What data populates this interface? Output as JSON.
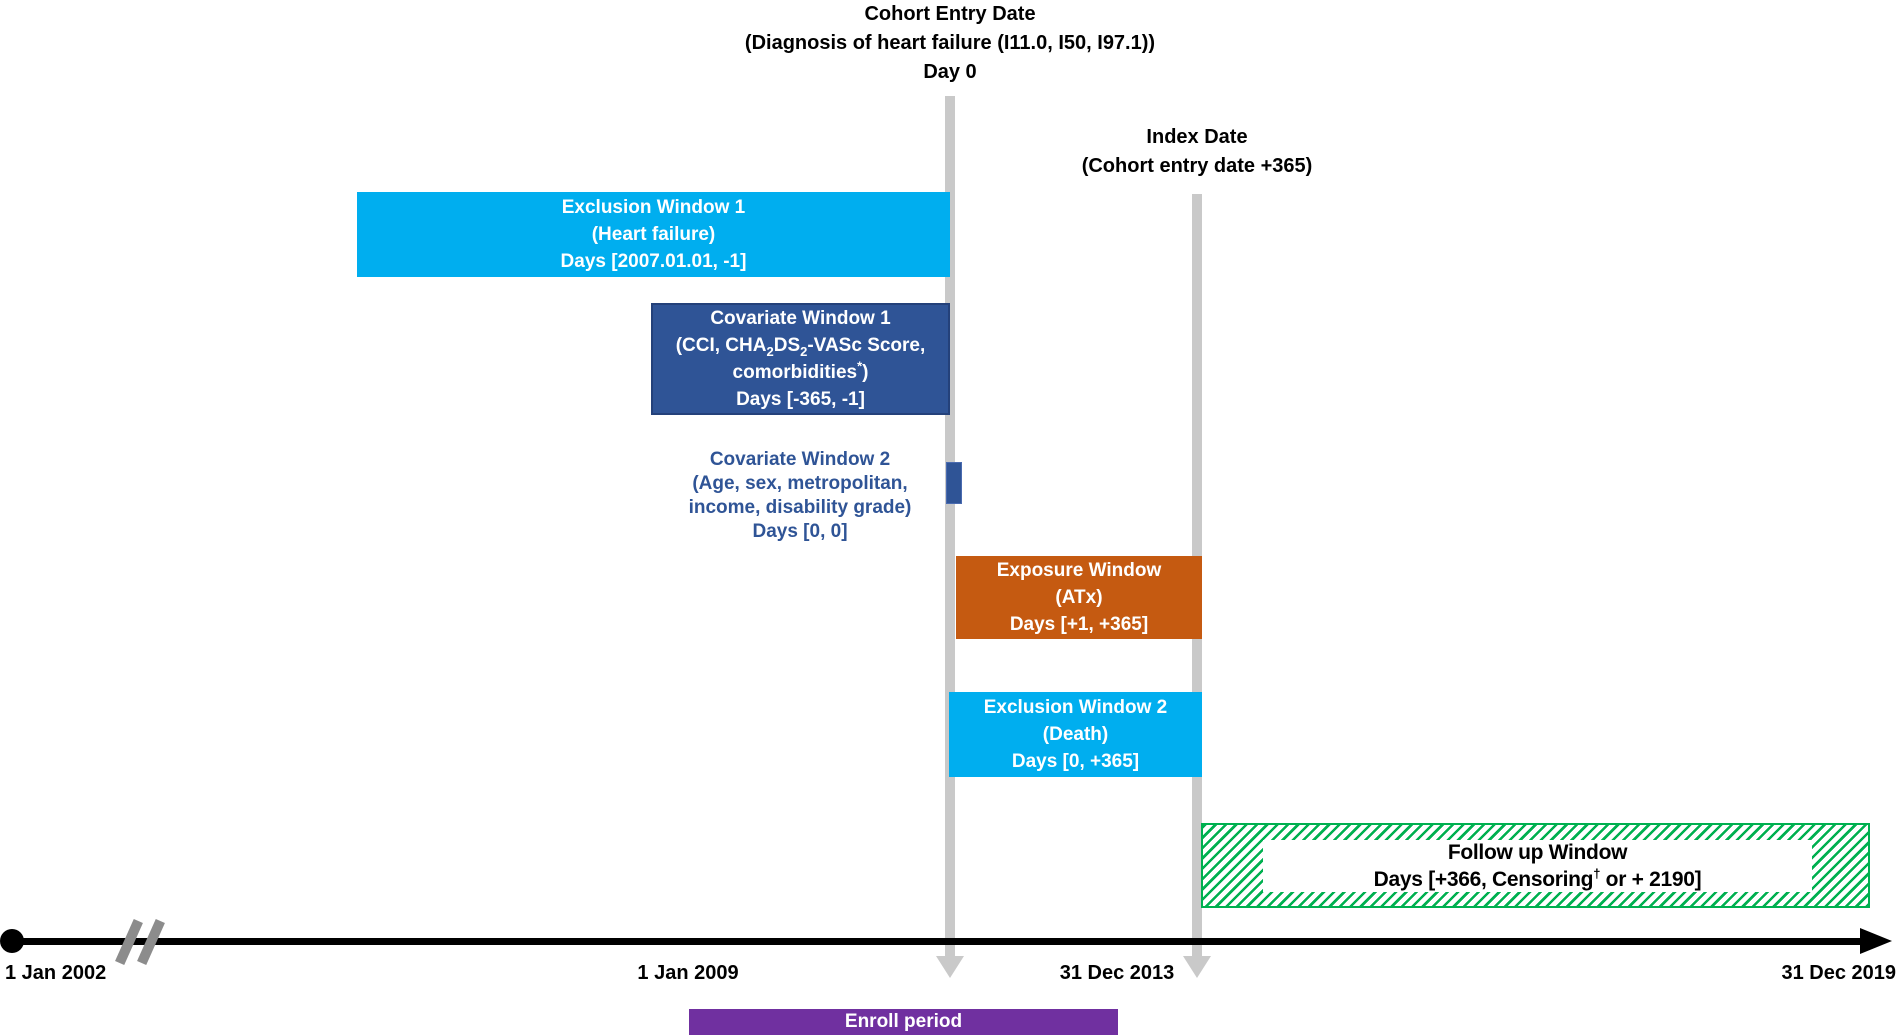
{
  "colors": {
    "light_blue": "#00AEEF",
    "dark_blue": "#2F5496",
    "orange": "#C55A11",
    "purple": "#7030A0",
    "green": "#00B050",
    "timeline_black": "#000000",
    "marker_gray": "#C9C9C9"
  },
  "cohort_entry": {
    "title": "Cohort Entry Date",
    "subtitle": "(Diagnosis of heart failure (I11.0, I50, I97.1))",
    "day": "Day 0"
  },
  "index_date": {
    "title": "Index Date",
    "subtitle": "(Cohort entry date +365)"
  },
  "windows": {
    "exclusion1": {
      "title": "Exclusion Window 1",
      "criteria": "(Heart failure)",
      "days": "Days [2007.01.01, -1]"
    },
    "covariate1": {
      "title": "Covariate Window 1",
      "criteria_part1": "(CCI, CHA",
      "criteria_sub1": "2",
      "criteria_part2": "DS",
      "criteria_sub2": "2",
      "criteria_part3": "-VASc Score,",
      "criteria_line2": "comorbidities",
      "criteria_sup": "*",
      "criteria_close": ")",
      "days": "Days [-365, -1]"
    },
    "covariate2": {
      "title": "Covariate Window 2",
      "criteria_line1": "(Age, sex, metropolitan,",
      "criteria_line2": "income, disability grade)",
      "days": "Days [0, 0]"
    },
    "exposure": {
      "title": "Exposure Window",
      "criteria": "(ATx)",
      "days": "Days [+1, +365]"
    },
    "exclusion2": {
      "title": "Exclusion Window 2",
      "criteria": "(Death)",
      "days": "Days [0, +365]"
    },
    "followup": {
      "title": "Follow up Window",
      "days_part1": "Days [+366, Censoring",
      "days_sup": "†",
      "days_part2": " or + 2190]"
    }
  },
  "timeline": {
    "start": "1 Jan 2002",
    "enroll_start": "1 Jan 2009",
    "enroll_end": "31 Dec 2013",
    "end": "31 Dec 2019",
    "enroll_label": "Enroll period"
  }
}
